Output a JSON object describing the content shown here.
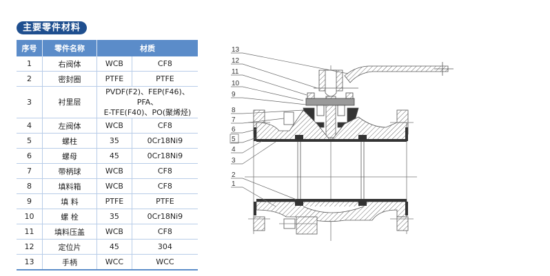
{
  "section_title": "主要零件材料",
  "table": {
    "headers": {
      "no": "序号",
      "name": "零件名称",
      "material": "材质"
    },
    "rows": [
      {
        "no": "1",
        "name": "右阀体",
        "m1": "WCB",
        "m2": "CF8"
      },
      {
        "no": "2",
        "name": "密封圈",
        "m1": "PTFE",
        "m2": "PTFE"
      },
      {
        "no": "3",
        "name": "衬里层",
        "merged": "PVDF(F2)、FEP(F46)、PFA、E-TFE(F40)、PO(聚烯烃)",
        "merged_line1": "PVDF(F2)、FEP(F46)、PFA、",
        "merged_line2": "E-TFE(F40)、PO(聚烯烃)"
      },
      {
        "no": "4",
        "name": "左阀体",
        "m1": "WCB",
        "m2": "CF8"
      },
      {
        "no": "5",
        "name": "螺柱",
        "m1": "35",
        "m2": "0Cr18Ni9"
      },
      {
        "no": "6",
        "name": "螺母",
        "m1": "45",
        "m2": "0Cr18Ni9"
      },
      {
        "no": "7",
        "name": "带柄球",
        "m1": "WCB",
        "m2": "CF8"
      },
      {
        "no": "8",
        "name": "填料箱",
        "m1": "WCB",
        "m2": "CF8"
      },
      {
        "no": "9",
        "name": "填 料",
        "m1": "PTFE",
        "m2": "PTFE"
      },
      {
        "no": "10",
        "name": "螺 栓",
        "m1": "35",
        "m2": "0Cr18Ni9"
      },
      {
        "no": "11",
        "name": "填料压盖",
        "m1": "WCB",
        "m2": "CF8"
      },
      {
        "no": "12",
        "name": "定位片",
        "m1": "45",
        "m2": "304"
      },
      {
        "no": "13",
        "name": "手柄",
        "m1": "WCC",
        "m2": "WCC"
      }
    ]
  },
  "diagram": {
    "callouts": [
      "13",
      "12",
      "11",
      "10",
      "9",
      "8",
      "7",
      "6",
      "5",
      "4",
      "3",
      "2",
      "1"
    ],
    "boxed_callout": "5"
  }
}
